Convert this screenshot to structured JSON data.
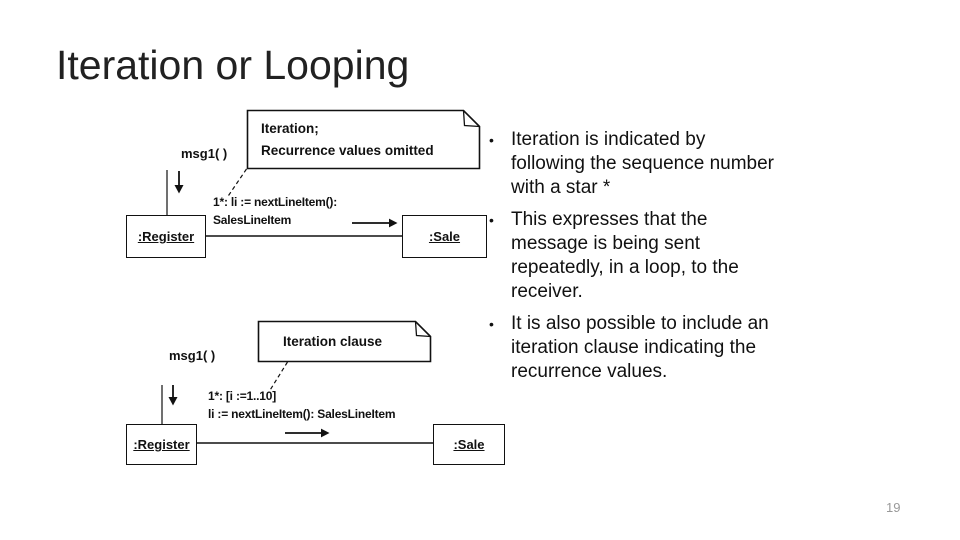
{
  "slide": {
    "title": "Iteration or Looping",
    "page_number": "19"
  },
  "colors": {
    "ink": "#111111",
    "background": "#ffffff",
    "page_number": "#999999"
  },
  "diagram_top": {
    "message_label": "msg1( )",
    "note": {
      "line1": "Iteration;",
      "line2": "Recurrence values omitted"
    },
    "sequence_expression_line1": "1*: li := nextLineItem():",
    "sequence_expression_line2": "SalesLineItem",
    "sender_object": ":Register",
    "receiver_object": ":Sale"
  },
  "diagram_bottom": {
    "message_label": "msg1( )",
    "note": {
      "line1": "Iteration clause"
    },
    "sequence_expression_line1": "1*: [i :=1..10]",
    "sequence_expression_line2": "li := nextLineItem(): SalesLineItem",
    "sender_object": ":Register",
    "receiver_object": ":Sale"
  },
  "bullets": [
    "Iteration is indicated by following the sequence number with a star *",
    "This expresses that the message is being sent repeatedly, in a loop, to the receiver.",
    "It is also possible to include an iteration clause indicating the recurrence values."
  ]
}
